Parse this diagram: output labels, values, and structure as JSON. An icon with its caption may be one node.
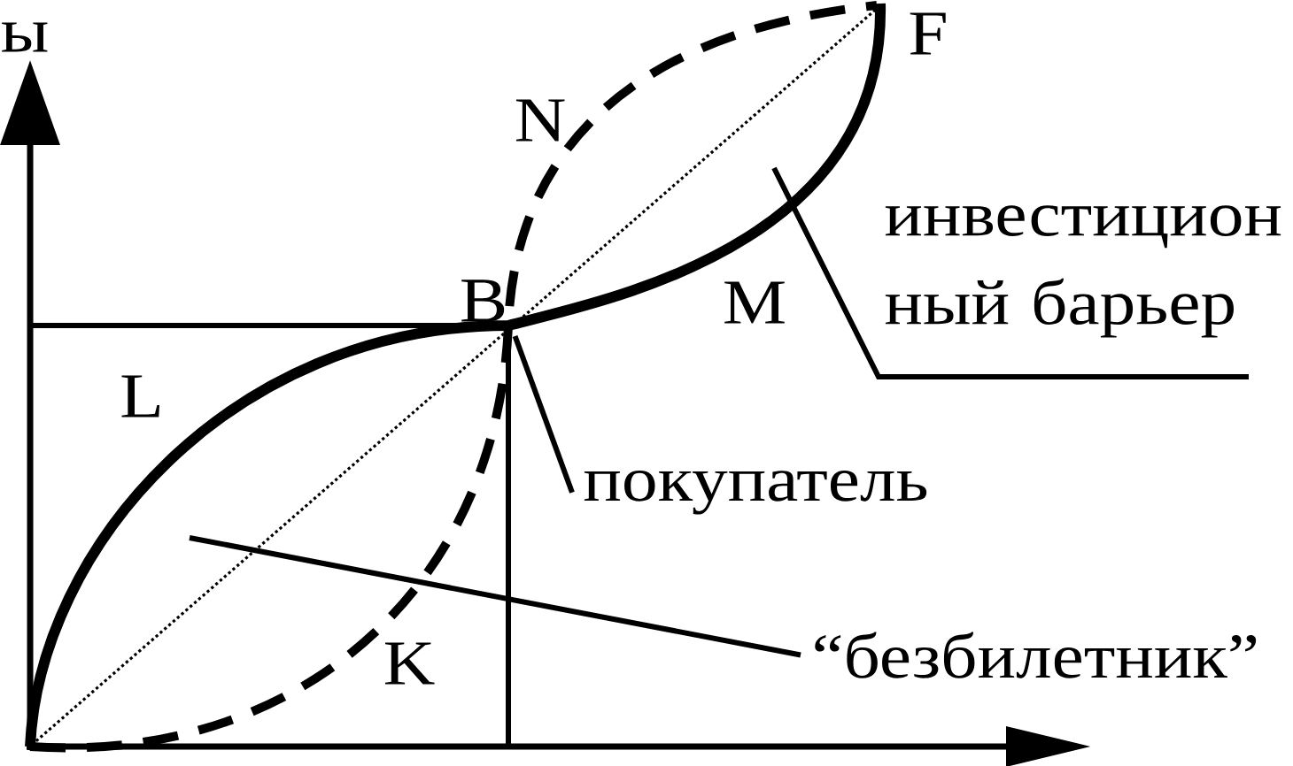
{
  "diagram": {
    "nodes": [
      {
        "text": [
          "инвестицион ный барьер"
        ]
      },
      {
        "text": [
          "B"
        ]
      },
      {
        "text": [
          "покупатель"
        ]
      },
      {
        "text": [
          "“безбилетник”"
        ]
      }
    ],
    "edges": [
      {
        "from": 0,
        "to": null,
        "arrow": "none"
      },
      {
        "from": 2,
        "to": 1,
        "arrow": "none"
      },
      {
        "from": 3,
        "to": null,
        "arrow": "none"
      }
    ],
    "labels": [
      "ы",
      "F",
      "N",
      "M",
      "L",
      "K"
    ]
  }
}
